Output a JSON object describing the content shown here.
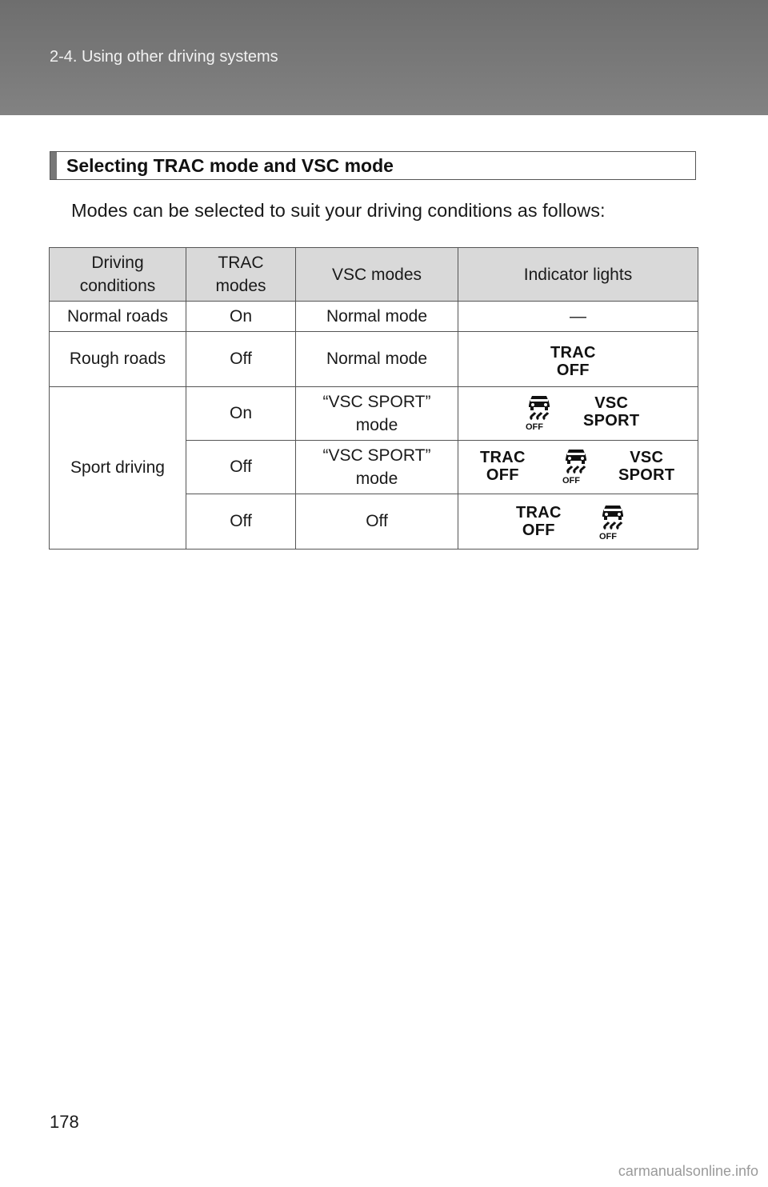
{
  "header": {
    "section_path": "2-4. Using other driving systems"
  },
  "section": {
    "title": "Selecting TRAC mode and VSC mode",
    "intro": "Modes can be selected to suit your driving conditions as follows:"
  },
  "table": {
    "headers": {
      "conditions": [
        "Driving",
        "conditions"
      ],
      "trac": [
        "TRAC",
        "modes"
      ],
      "vsc": "VSC modes",
      "lights": "Indicator lights"
    },
    "rows": [
      {
        "condition": "Normal roads",
        "trac": "On",
        "vsc": "Normal mode",
        "lights": "—"
      },
      {
        "condition": "Rough roads",
        "trac": "Off",
        "vsc": "Normal mode"
      },
      {
        "condition": "Sport driving",
        "trac": "On",
        "vsc": [
          "“VSC SPORT”",
          "mode"
        ]
      },
      {
        "trac": "Off",
        "vsc": [
          "“VSC SPORT”",
          "mode"
        ]
      },
      {
        "trac": "Off",
        "vsc": "Off"
      }
    ],
    "lamps": {
      "trac_off": [
        "TRAC",
        "OFF"
      ],
      "vsc_sport": [
        "VSC",
        "SPORT"
      ],
      "slip_off": "OFF"
    },
    "icons": {
      "slip_indicator": "slip-indicator-off-icon"
    }
  },
  "footer": {
    "page_number": "178",
    "watermark": "carmanualsonline.info"
  }
}
